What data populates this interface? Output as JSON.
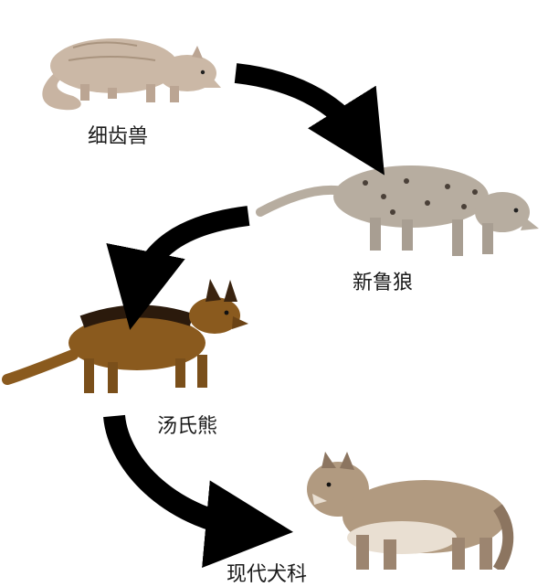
{
  "diagram": {
    "stages": [
      {
        "label": "细齿兽",
        "icon": "miacis-icon"
      },
      {
        "label": "新鲁狼",
        "icon": "hesperocyon-icon"
      },
      {
        "label": "汤氏熊",
        "icon": "tomarctus-icon"
      },
      {
        "label": "现代犬科",
        "icon": "gray-wolf-icon"
      }
    ],
    "colors": {
      "arrow": "#000000",
      "stage1_fur": "#cbb8a6",
      "stage2_fur": "#b7ada0",
      "stage2_spots": "#4a4038",
      "stage3_fur": "#8a5a1e",
      "stage3_dark": "#2b1a0c",
      "stage4_fur": "#b19a80",
      "stage4_light": "#e9dfd2"
    }
  }
}
